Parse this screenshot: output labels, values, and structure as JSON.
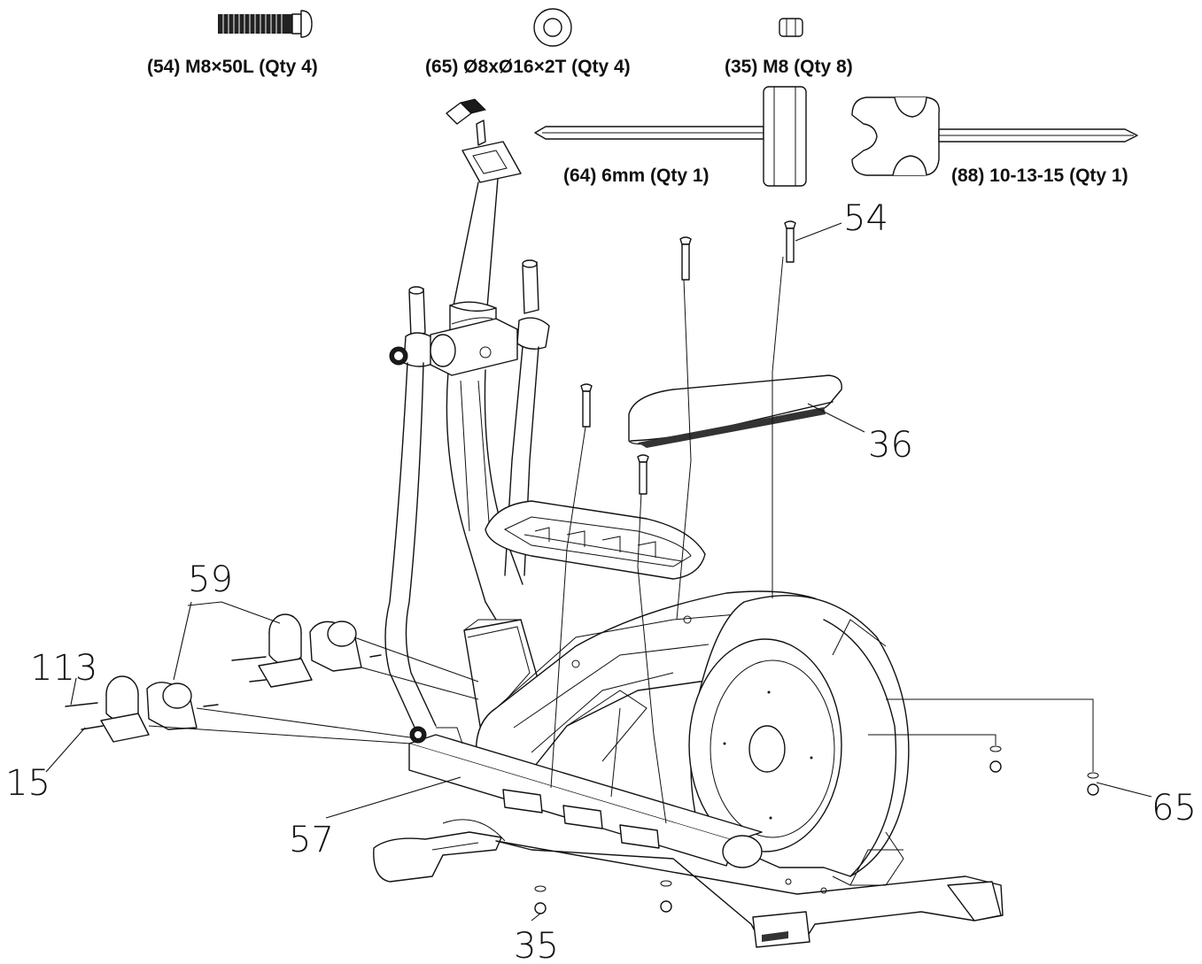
{
  "parts": {
    "bolt": "(54)  M8×50L (Qty 4)",
    "washer": "(65)  Ø8xØ16×2T (Qty 4)",
    "nut": "(35)  M8 (Qty 8)",
    "allen_wrench": "(64)  6mm (Qty 1)",
    "spanner": "(88)  10-13-15 (Qty 1)"
  },
  "callouts": {
    "c54": "54",
    "c36": "36",
    "c59": "59",
    "c113": "113",
    "c15": "15",
    "c57": "57",
    "c65": "65",
    "c35": "35"
  }
}
